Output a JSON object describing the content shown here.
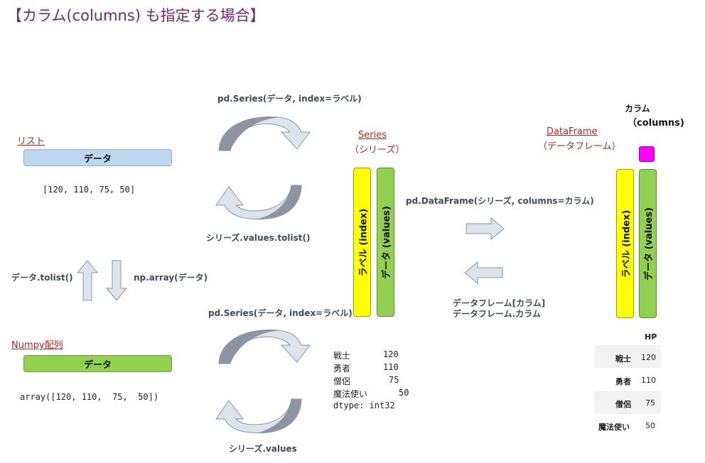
{
  "title": "【カラム(columns) も指定する場合】",
  "list": {
    "label": "リスト",
    "bar_label": "データ",
    "value": "[120, 110, 75, 50]"
  },
  "numpy": {
    "label": "Numpy配列",
    "bar_label": "データ",
    "value": "array([120, 110,  75,  50])"
  },
  "conversions": {
    "list_to_series": "pd.Series(データ, index=ラベル)",
    "series_to_list": "シリーズ.values.tolist()",
    "numpy_to_list": "データ.tolist()",
    "list_to_numpy": "np.array(データ)",
    "numpy_to_series": "pd.Series(データ, index=ラベル)",
    "series_to_numpy": "シリーズ.values",
    "series_to_df": "pd.DataFrame(シリーズ, columns=カラム)",
    "df_to_series_1": "データフレーム[カラム]",
    "df_to_series_2": "データフレーム.カラム"
  },
  "series": {
    "label": "Series",
    "sub": "（シリーズ）",
    "index_label": "ラベル (index)",
    "values_label": "データ (values)",
    "output": [
      {
        "name": "戦士",
        "value": "120"
      },
      {
        "name": "勇者",
        "value": "110"
      },
      {
        "name": "僧侶",
        "value": "75"
      },
      {
        "name": "魔法使い",
        "value": "50"
      }
    ],
    "dtype": "dtype: int32"
  },
  "dataframe": {
    "label": "DataFrame",
    "sub": "（データフレーム）",
    "column_label_1": "カラム",
    "column_label_2": "（columns)",
    "index_label": "ラベル (index)",
    "values_label": "データ (values)",
    "table": {
      "header": "HP",
      "rows": [
        {
          "name": "戦士",
          "value": "120"
        },
        {
          "name": "勇者",
          "value": "110"
        },
        {
          "name": "僧侶",
          "value": "75"
        },
        {
          "name": "魔法使い",
          "value": "50"
        }
      ]
    }
  },
  "colors": {
    "title": "#7a1f7e",
    "section_label": "#c0221c",
    "list_bar": "#bdd7ee",
    "numpy_bar": "#92d050",
    "index_bar": "#ffff00",
    "values_bar": "#92d050",
    "column_marker": "#ff00ff",
    "arrow_fill": "#dbe3ec",
    "arrow_dark": "#8c96a3"
  }
}
